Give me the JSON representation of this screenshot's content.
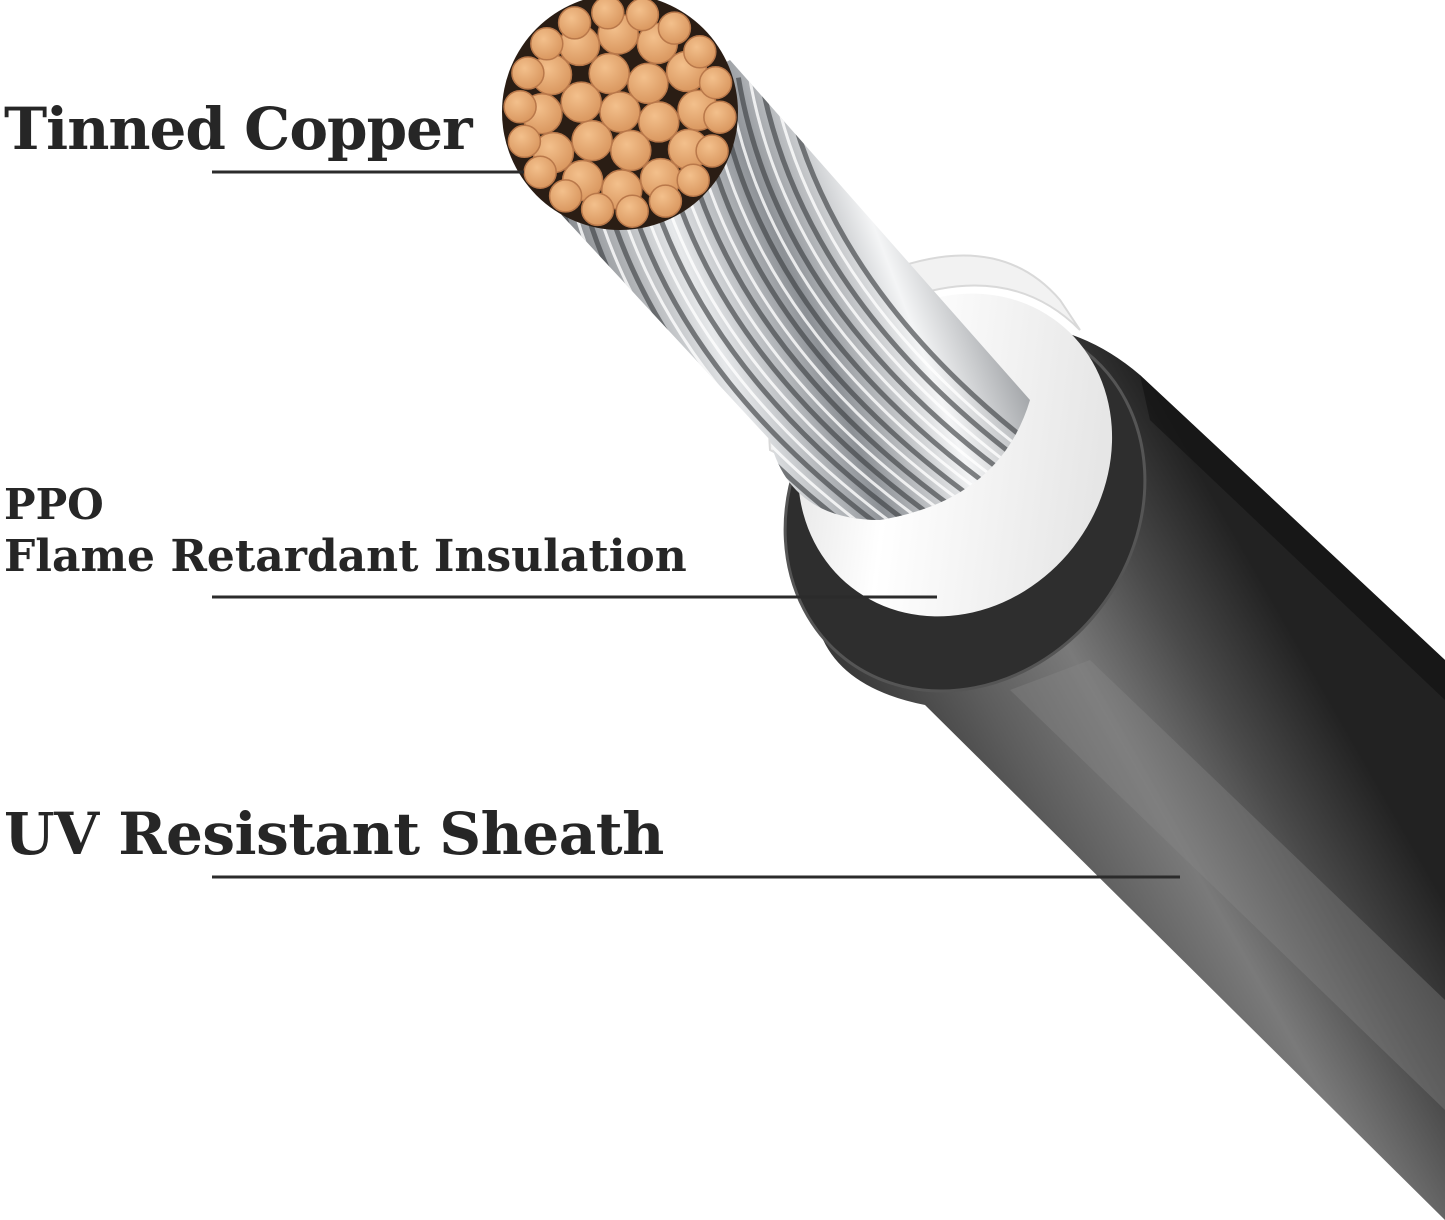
{
  "labels": {
    "copper": "Tinned Copper",
    "insulation_line1": "PPO",
    "insulation_line2": "Flame Retardant Insulation",
    "sheath": "UV Resistant Sheath"
  },
  "colors": {
    "text": "#262626",
    "leader_line": "#2b2b2b",
    "copper_strand": "#e8a96f",
    "copper_strand_edge": "#b9784a",
    "conductor_metal": "#9fa3a8",
    "insulation": "#f7f7f7",
    "sheath_dark": "#2a2a2a",
    "sheath_light": "#6a6a6a"
  }
}
